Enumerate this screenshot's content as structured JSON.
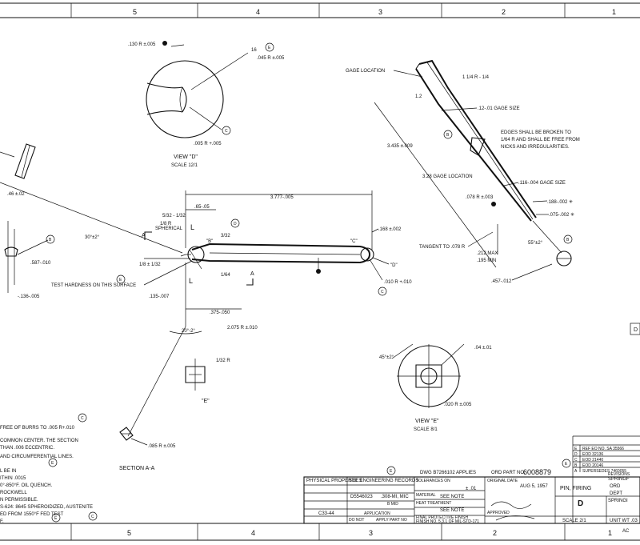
{
  "zones": [
    "5",
    "4",
    "3",
    "2",
    "1"
  ],
  "zones_bottom": [
    "5",
    "4",
    "3",
    "2",
    "1"
  ],
  "view_d": {
    "r130": ".130 R ±.005",
    "dim16": "16",
    "r045": ".045 R ±.005",
    "r005": ".005 R +.005",
    "title": "VIEW \"D\"",
    "scale": "SCALE 12/1"
  },
  "left_view": {
    "dim46": ".46 ±.02",
    "angle30": "30°±2°",
    "dim587": ".587-.010",
    "dim136": "-.136-.005"
  },
  "main": {
    "dim3777": "3.777-.005",
    "dim65": ".65-.05",
    "frac532": "5/32 - 1/32",
    "spherical": "SPHERICAL",
    "r_frac": "1/8 R",
    "frac332": "3/32",
    "b_dim": "\"B\"",
    "c_dim": "\"C\"",
    "dim168": ".168 ±.002",
    "d_label": "\"D\"",
    "frac18": "1/8 ± 1/32",
    "test_hardness": "TEST HARDNESS ON THIS SURFACE",
    "dim135": ".135-.007",
    "dim375": ".375-.050",
    "dim2075": "2.075 R ±.010",
    "angle20": "20°-2°",
    "r010": ".010 R +.010",
    "frac164": "1/64",
    "sec_a": "A",
    "sec_l": "L",
    "e_view": "\"E\"",
    "r085": ".085 R ±.005",
    "section": "SECTION A-A",
    "frac32r": "1/32 R"
  },
  "right_view": {
    "gage_location": "GAGE LOCATION",
    "frac14": "1 1/4 R - 1/4",
    "dim12": "1.2",
    "gage12": ".12-.01 GAGE SIZE",
    "edges": "EDGES SHALL BE BROKEN TO",
    "edges2": "1/64 R AND SHALL BE FREE FROM",
    "edges3": "NICKS AND IRREGULARITIES.",
    "dim3435": "3.435 ±.009",
    "gage328": "3.28 GAGE LOCATION",
    "gage116": ".116-.004 GAGE SIZE",
    "r078": ".078 R ±.003",
    "dim188": ".188-.002 ✳",
    "dim075": ".075-.002 ✳",
    "tangent": "TANGENT TO .078 R",
    "dim212": ".212 MAX",
    "dim195": ".195 MIN",
    "angle55": "55°±2°",
    "dim457": ".457-.012"
  },
  "view_e": {
    "angle45": "45°±2°",
    "dim04": ".04 ±.01",
    "r020": ".020 R ±.005",
    "title": "VIEW \"E\"",
    "scale": "SCALE 8/1"
  },
  "notes": [
    "FREE OF BURRS TO .005 R+.010",
    "COMMON CENTER. THE SECTION",
    "THAN .006 ECCENTRIC.",
    "AND CIRCUMFERENTIAL LINES.",
    "L BE IN",
    "ITHIN .0015",
    "0°-850°F. OIL QUENCH.",
    "ROCKWELL",
    "N PERMISSIBLE.",
    "S-624: 8645 SPHEROIDIZED, AUSTENITE",
    "ED FROM 1550°F FED TEST",
    "F."
  ],
  "title_block": {
    "see_eng": "SEE ENGINEERING RECORDS",
    "dwg_applies": "DWG B7266102 APPLIES",
    "ord_part": "ORD PART NO.",
    "part_no": "6008879",
    "title": "PIN, FIRING",
    "phys_props": "PHYSICAL PROPERTIES",
    "tol": "TOLERANCES ON",
    "material": "MATERIAL",
    "see_note1": "SEE NOTE",
    "heat": "HEAT TREATMENT",
    "see_note2": "SEE NOTE",
    "finish": "FINAL PROTECTIVE FINISH",
    "finish2": "FINISH NO. 5.3.1 OF MIL-STD-171",
    "dwg_no": "D5546023",
    "mic": ".308-MI, MIC",
    "bmid": "B MID",
    "c33": "C33-44",
    "application": "APPLICATION",
    "do_not": "DO NOT",
    "apply": "APPLY PART NO",
    "orig_date": "ORIGINAL DATE",
    "date": "AUG 5, 1957",
    "frac": "± .01",
    "approved": "APPROVED",
    "size": "D",
    "scale": "SCALE 2/1",
    "unit_wt": "UNIT WT .03",
    "dept": "DEPT",
    "ord": "ORD",
    "spring1": "SPRINGF",
    "spring2": "SPRINGI",
    "revisions": "REVISIONS",
    "rev_rows": [
      "REF EO NO. SA 35566",
      "EOD 32136",
      "EOD 21440",
      "EOD 20146",
      "SUPERSEDES 7460055"
    ],
    "rev_letters": [
      "E",
      "D",
      "C",
      "B",
      "A"
    ],
    "ac": "AC",
    "d_edge": "D"
  },
  "markers": [
    "E",
    "E",
    "C",
    "B",
    "D",
    "E",
    "B",
    "C",
    "B",
    "C",
    "C",
    "E",
    "E",
    "E",
    "C",
    "C",
    "E"
  ]
}
